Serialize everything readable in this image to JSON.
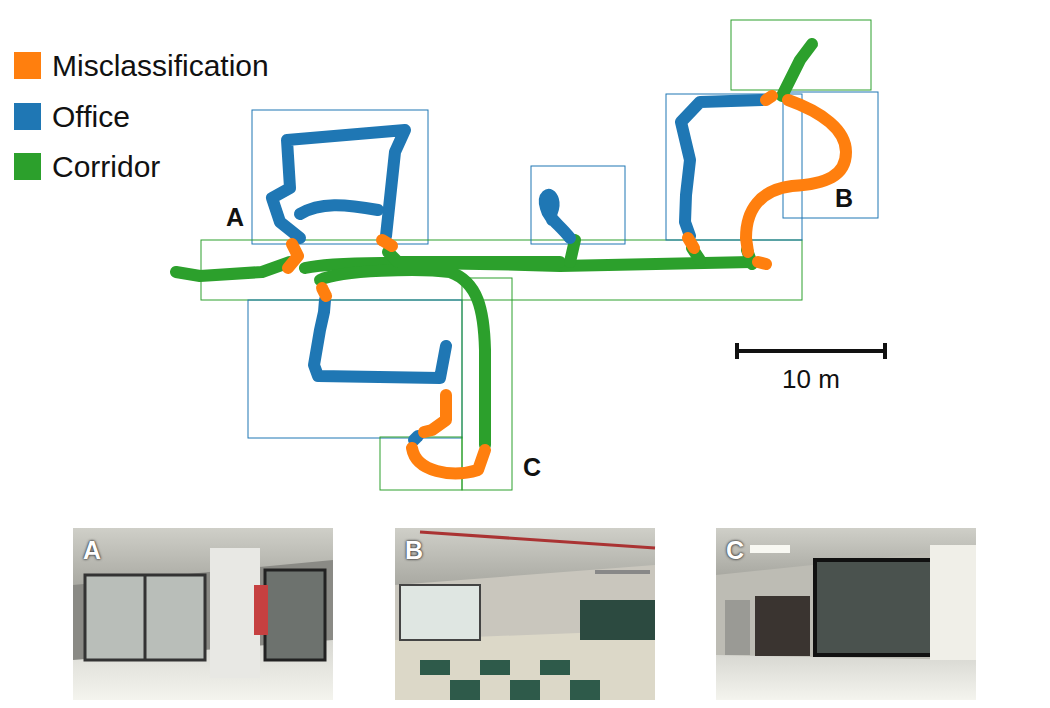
{
  "diagram": {
    "nodes": [
      {
        "text": [
          "A"
        ]
      },
      {
        "text": [
          "B"
        ]
      },
      {
        "text": [
          "C"
        ]
      }
    ],
    "labels": [
      "A",
      "B",
      "C",
      "10 m"
    ],
    "legend": [
      {
        "text": "Misclassification",
        "color": "#ff7f0e"
      },
      {
        "text": "Office",
        "color": "#1f77b4"
      },
      {
        "text": "Corridor",
        "color": "#2ca02c"
      }
    ]
  }
}
